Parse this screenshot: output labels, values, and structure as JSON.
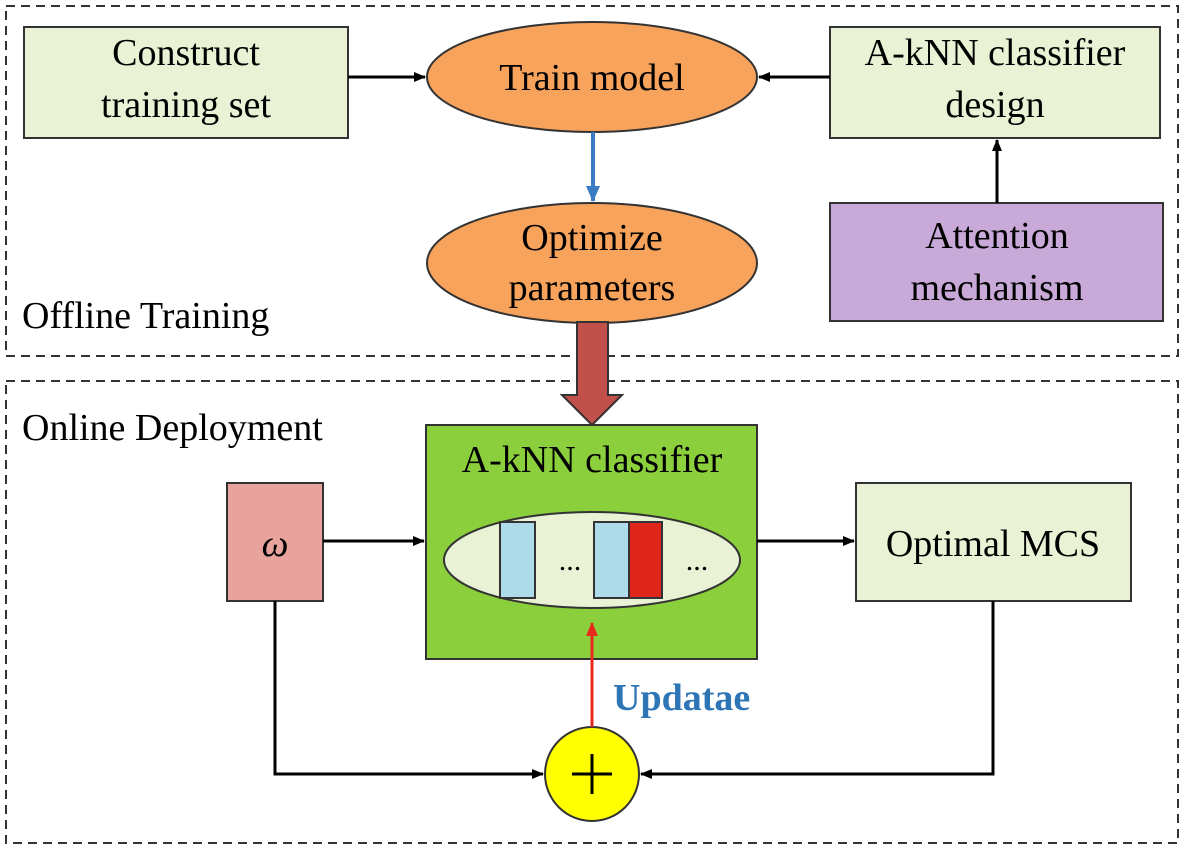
{
  "offline": {
    "section_label": "Offline Training",
    "construct_line1": "Construct",
    "construct_line2": "training set",
    "train_model": "Train model",
    "aknn_design_line1": "A-kNN classifier",
    "aknn_design_line2": "design",
    "optimize_line1": "Optimize",
    "optimize_line2": "parameters",
    "attention_line1": "Attention",
    "attention_line2": "mechanism"
  },
  "online": {
    "section_label": "Online Deployment",
    "classifier_title": "A-kNN classifier",
    "ellipsis_1": "...",
    "ellipsis_2": "...",
    "omega": "ω",
    "optimal_mcs": "Optimal MCS",
    "update_label": "Updatae",
    "adder_symbol": "+"
  },
  "colors": {
    "light_green_box": "#eaf2d6",
    "orange_ellipse": "#f8a35c",
    "purple_box": "#c8a9d8",
    "classifier_green": "#8ccf3c",
    "inner_ellipse": "#eaf2d6",
    "light_blue_bar": "#acdbe9",
    "red_bar": "#e0251b",
    "omega_box": "#e8a49c",
    "adder_yellow": "#ffff00",
    "blue_arrow": "#3a7cc2",
    "big_arrow_red": "#c1504a",
    "update_arrow": "#e8291f",
    "update_text": "#2e75b6"
  }
}
